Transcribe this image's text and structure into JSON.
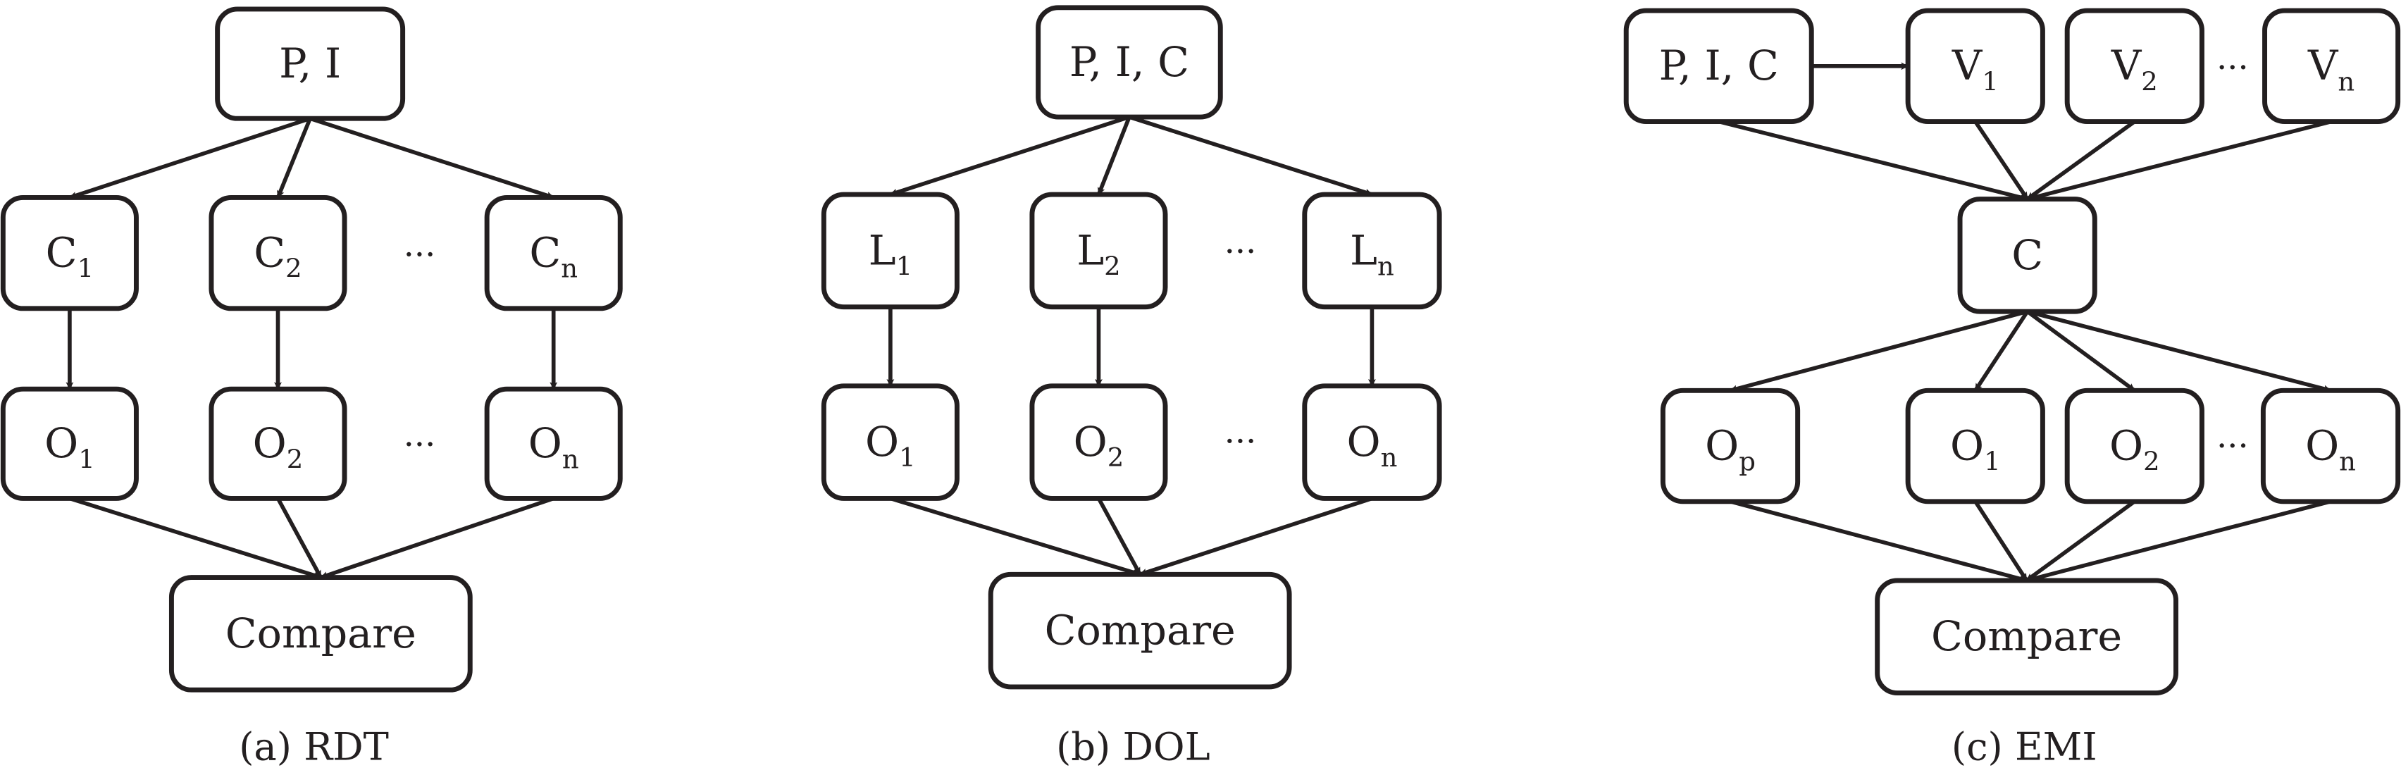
{
  "colors": {
    "stroke": "#231f20",
    "background": "#ffffff"
  },
  "panels": [
    {
      "id": "rdt",
      "caption": "(a)  RDT",
      "nodes": [
        {
          "id": "pi",
          "label": "P, I",
          "sub": ""
        },
        {
          "id": "c1",
          "label": "C",
          "sub": "1"
        },
        {
          "id": "c2",
          "label": "C",
          "sub": "2"
        },
        {
          "id": "cn",
          "label": "C",
          "sub": "n"
        },
        {
          "id": "o1",
          "label": "O",
          "sub": "1"
        },
        {
          "id": "o2",
          "label": "O",
          "sub": "2"
        },
        {
          "id": "on",
          "label": "O",
          "sub": "n"
        },
        {
          "id": "cmp",
          "label": "Compare",
          "sub": ""
        }
      ],
      "ellipses": [
        "···",
        "···"
      ],
      "edges": [
        [
          "pi",
          "c1"
        ],
        [
          "pi",
          "c2"
        ],
        [
          "pi",
          "cn"
        ],
        [
          "c1",
          "o1"
        ],
        [
          "c2",
          "o2"
        ],
        [
          "cn",
          "on"
        ],
        [
          "o1",
          "cmp"
        ],
        [
          "o2",
          "cmp"
        ],
        [
          "on",
          "cmp"
        ]
      ]
    },
    {
      "id": "dol",
      "caption": "(b)  DOL",
      "nodes": [
        {
          "id": "pic",
          "label": "P, I, C",
          "sub": ""
        },
        {
          "id": "l1",
          "label": "L",
          "sub": "1"
        },
        {
          "id": "l2",
          "label": "L",
          "sub": "2"
        },
        {
          "id": "ln",
          "label": "L",
          "sub": "n"
        },
        {
          "id": "o1",
          "label": "O",
          "sub": "1"
        },
        {
          "id": "o2",
          "label": "O",
          "sub": "2"
        },
        {
          "id": "on",
          "label": "O",
          "sub": "n"
        },
        {
          "id": "cmp",
          "label": "Compare",
          "sub": ""
        }
      ],
      "ellipses": [
        "···",
        "···"
      ],
      "edges": [
        [
          "pic",
          "l1"
        ],
        [
          "pic",
          "l2"
        ],
        [
          "pic",
          "ln"
        ],
        [
          "l1",
          "o1"
        ],
        [
          "l2",
          "o2"
        ],
        [
          "ln",
          "on"
        ],
        [
          "o1",
          "cmp"
        ],
        [
          "o2",
          "cmp"
        ],
        [
          "on",
          "cmp"
        ]
      ]
    },
    {
      "id": "emi",
      "caption": "(c)  EMI",
      "nodes": [
        {
          "id": "pic",
          "label": "P, I, C",
          "sub": ""
        },
        {
          "id": "v1",
          "label": "V",
          "sub": "1"
        },
        {
          "id": "v2",
          "label": "V",
          "sub": "2"
        },
        {
          "id": "vn",
          "label": "V",
          "sub": "n"
        },
        {
          "id": "c",
          "label": "C",
          "sub": ""
        },
        {
          "id": "op",
          "label": "O",
          "sub": "p"
        },
        {
          "id": "o1",
          "label": "O",
          "sub": "1"
        },
        {
          "id": "o2",
          "label": "O",
          "sub": "2"
        },
        {
          "id": "on",
          "label": "O",
          "sub": "n"
        },
        {
          "id": "cmp",
          "label": "Compare",
          "sub": ""
        }
      ],
      "ellipses": [
        "···",
        "···"
      ],
      "edges": [
        [
          "pic",
          "v1"
        ],
        [
          "pic",
          "c"
        ],
        [
          "v1",
          "c"
        ],
        [
          "v2",
          "c"
        ],
        [
          "vn",
          "c"
        ],
        [
          "c",
          "op"
        ],
        [
          "c",
          "o1"
        ],
        [
          "c",
          "o2"
        ],
        [
          "c",
          "on"
        ],
        [
          "op",
          "cmp"
        ],
        [
          "o1",
          "cmp"
        ],
        [
          "o2",
          "cmp"
        ],
        [
          "on",
          "cmp"
        ]
      ]
    }
  ]
}
